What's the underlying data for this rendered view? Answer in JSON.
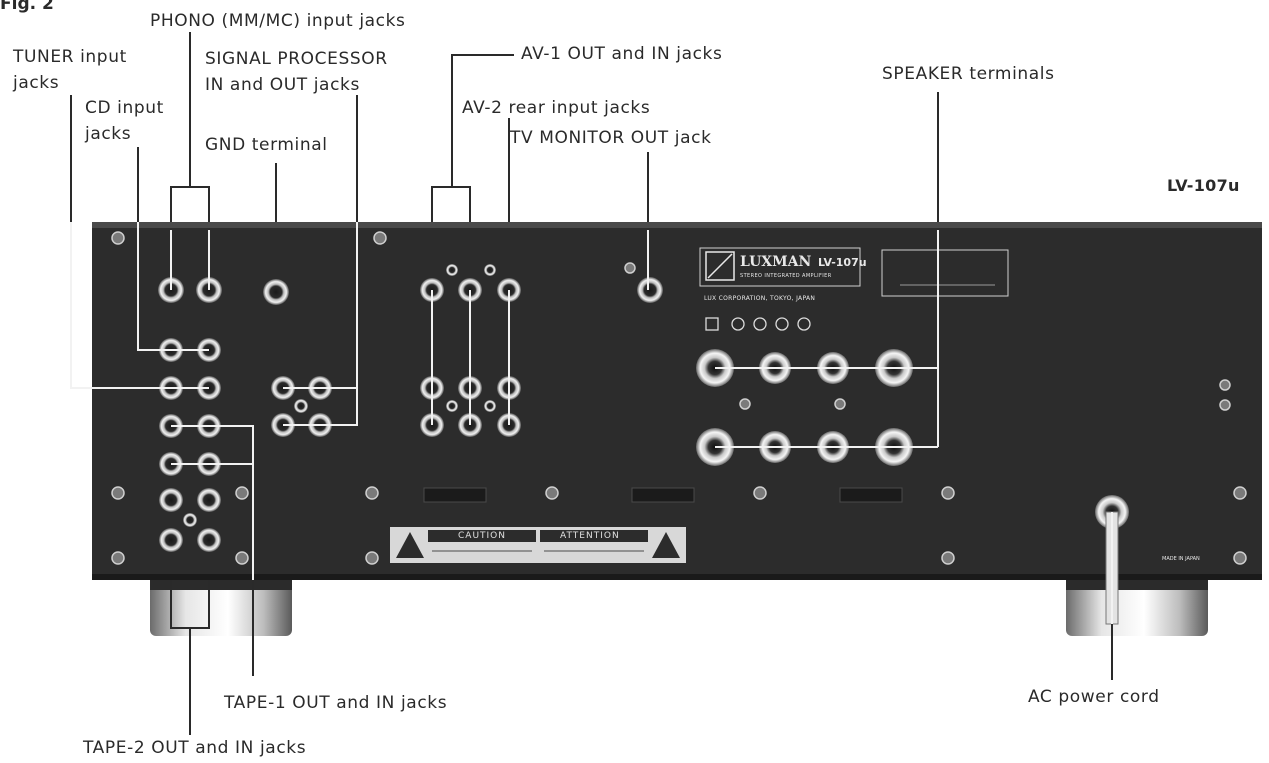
{
  "figure": {
    "fig_label": "Fig. 2",
    "model_tag": "LV-107u"
  },
  "callouts": {
    "phono": "PHONO (MM∕MC) input jacks",
    "tuner_line1": "TUNER input",
    "tuner_line2": "jacks",
    "signal_line1": "SIGNAL PROCESSOR",
    "signal_line2": "IN and OUT jacks",
    "av1": "AV-1 OUT and IN jacks",
    "speaker": "SPEAKER terminals",
    "cd_line1": "CD input",
    "cd_line2": "jacks",
    "av2": "AV-2 rear input jacks",
    "gnd": "GND terminal",
    "tvmon": "TV MONITOR OUT jack",
    "tape1": "TAPE-1 OUT and IN jacks",
    "tape2": "TAPE-2 OUT and IN jacks",
    "ac": "AC power cord"
  },
  "panel": {
    "brand": "LUXMAN",
    "model": "LV-107u",
    "product_line": "STEREO INTEGRATED AMPLIFIER",
    "maker": "LUX CORPORATION, TOKYO, JAPAN",
    "caution": "CAUTION",
    "attention": "ATTENTION",
    "made_in": "MADE IN JAPAN"
  }
}
